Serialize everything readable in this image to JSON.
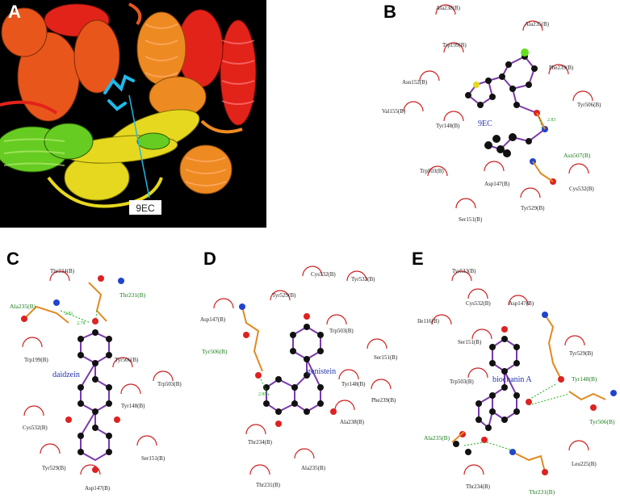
{
  "panels": {
    "A": {
      "letter": "A",
      "ligand_label": "9EC"
    },
    "B": {
      "letter": "B",
      "ligand": "9EC",
      "residues": [
        "Ala238(B)",
        "Ala235(B)",
        "Trp199(B)",
        "Phe239(B)",
        "Asn152(B)",
        "Val155(B)",
        "Tyr506(B)",
        "Tyr148(B)",
        "Trp503(B)",
        "Asp147(B)",
        "Cys532(B)",
        "Tyr529(B)",
        "Ser151(B)"
      ],
      "hbond_residues": [
        "Asn507(B)"
      ],
      "hbond_distance": "2.83"
    },
    "C": {
      "letter": "C",
      "ligand": "daidzein",
      "residues": [
        "Thr234(B)",
        "Trp199(B)",
        "Tyr506(B)",
        "Trp503(B)",
        "Cys532(B)",
        "Tyr148(B)",
        "Tyr529(B)",
        "Ser151(B)",
        "Asp147(B)"
      ],
      "hbond_residues": [
        "Ala235(B)",
        "Thr231(B)"
      ],
      "hbond_distances": [
        "2.81",
        "2.78"
      ]
    },
    "D": {
      "letter": "D",
      "ligand": "genistein",
      "residues": [
        "Cys532(B)",
        "Tyr533(B)",
        "Tyr529(B)",
        "Asp147(B)",
        "Trp503(B)",
        "Ser151(B)",
        "Tyr148(B)",
        "Phe239(B)",
        "Ala238(B)",
        "Thr234(B)",
        "Ala235(B)",
        "Thr231(B)"
      ],
      "hbond_residues": [
        "Tyr506(B)"
      ],
      "hbond_distance": "2.89"
    },
    "E": {
      "letter": "E",
      "ligand": "biochanin A",
      "residues": [
        "Tyr533(B)",
        "Cys532(B)",
        "Asp147(B)",
        "Ile116(B)",
        "Ser151(B)",
        "Tyr529(B)",
        "Trp503(B)",
        "Leu225(B)",
        "Thr234(B)"
      ],
      "hbond_residues": [
        "Tyr148(B)",
        "Tyr506(B)",
        "Ala235(B)",
        "Thr231(B)"
      ]
    }
  }
}
